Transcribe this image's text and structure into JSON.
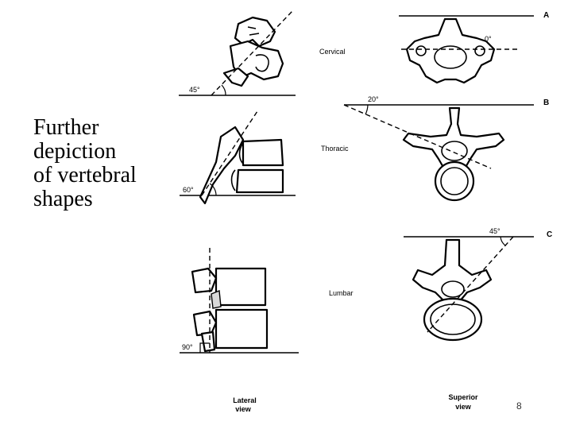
{
  "slide": {
    "title_lines": [
      "Further",
      "depiction",
      "of vertebral",
      "shapes"
    ],
    "page_number": "8"
  },
  "figure": {
    "panels": [
      {
        "letter": "A",
        "region": "Cervical",
        "lateral_angle": "45°",
        "superior_angle": "0°"
      },
      {
        "letter": "B",
        "region": "Thoracic",
        "lateral_angle": "60°",
        "superior_angle": "20°"
      },
      {
        "letter": "C",
        "region": "Lumbar",
        "lateral_angle": "90°",
        "superior_angle": "45°"
      }
    ],
    "captions": {
      "lateral": [
        "Lateral",
        "view"
      ],
      "superior": [
        "Superior",
        "view"
      ]
    }
  }
}
